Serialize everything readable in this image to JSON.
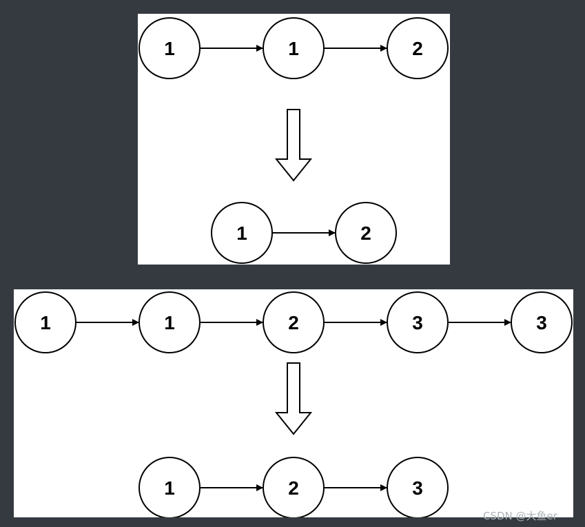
{
  "diagrams": [
    {
      "before": [
        "1",
        "1",
        "2"
      ],
      "after": [
        "1",
        "2"
      ]
    },
    {
      "before": [
        "1",
        "1",
        "2",
        "3",
        "3"
      ],
      "after": [
        "1",
        "2",
        "3"
      ]
    }
  ],
  "watermark": "CSDN @大鱼er"
}
